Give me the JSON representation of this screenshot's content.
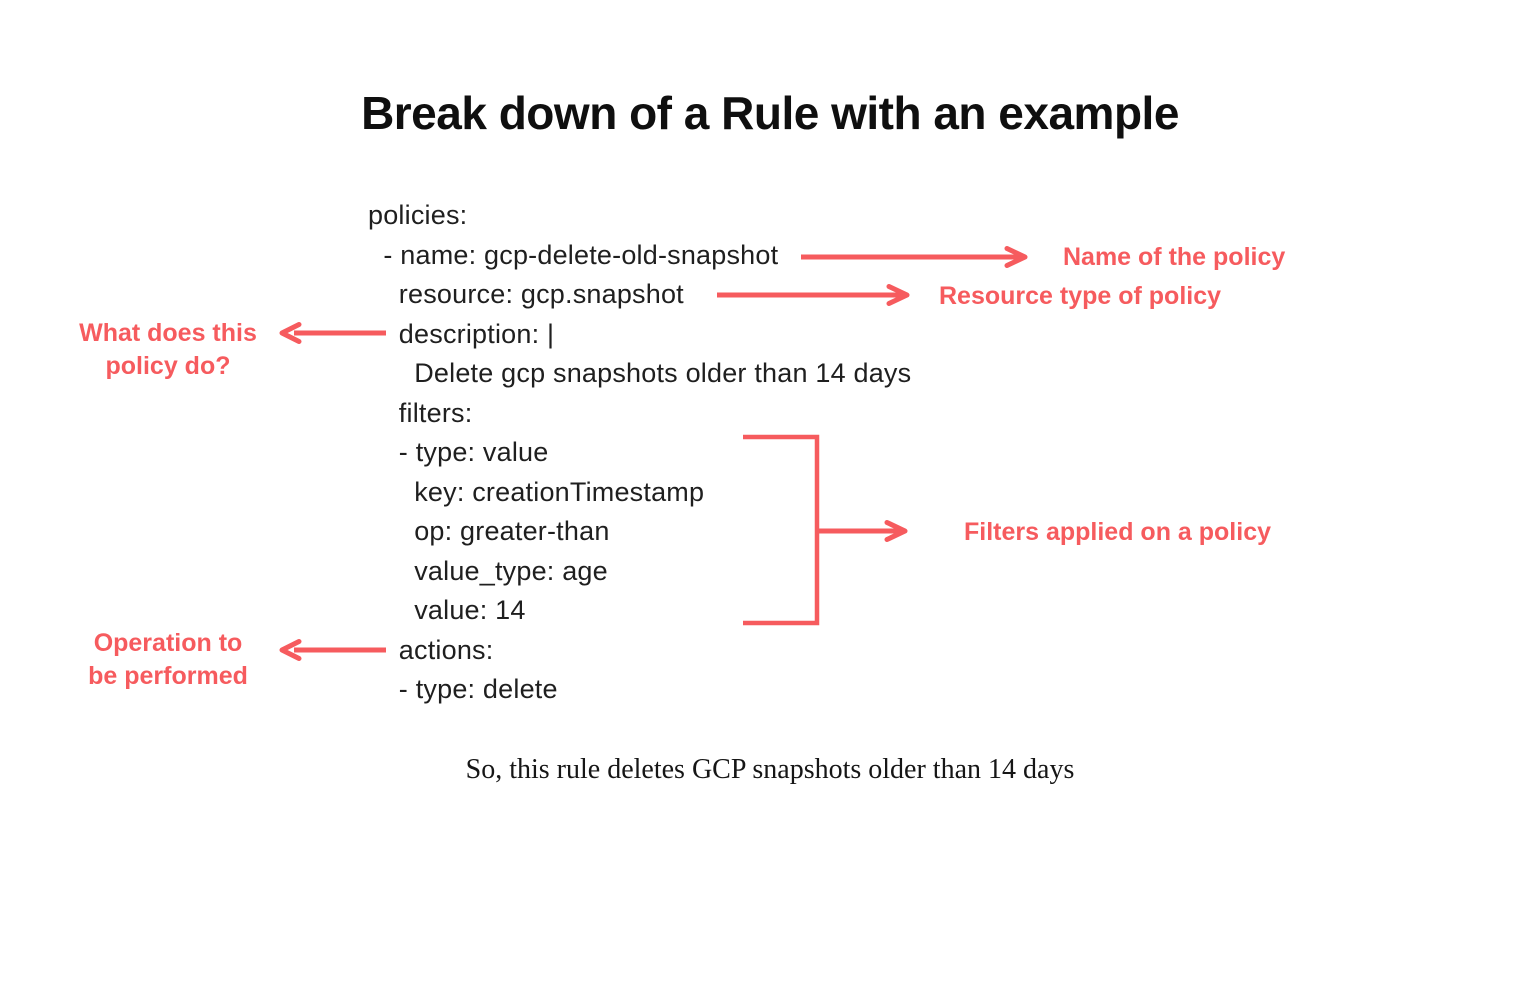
{
  "title": "Break down of a Rule with an example",
  "code": {
    "language": "yaml",
    "lines": [
      "policies:",
      "  - name: gcp-delete-old-snapshot",
      "    resource: gcp.snapshot",
      "    description: |",
      "      Delete gcp snapshots older than 14 days",
      "    filters:",
      "    - type: value",
      "      key: creationTimestamp",
      "      op: greater-than",
      "      value_type: age",
      "      value: 14",
      "    actions:",
      "    - type: delete"
    ]
  },
  "annotations": {
    "name_label": "Name of the policy",
    "resource_label": "Resource type of policy",
    "description_label_line1": "What does this",
    "description_label_line2": "policy do?",
    "filters_label": "Filters applied on a policy",
    "actions_label_line1": "Operation to",
    "actions_label_line2": "be performed"
  },
  "caption": "So, this rule deletes GCP snapshots older than 14 days",
  "colors": {
    "accent": "#F65B5E",
    "text": "#1d1d1d",
    "background": "#FFFFFF"
  }
}
